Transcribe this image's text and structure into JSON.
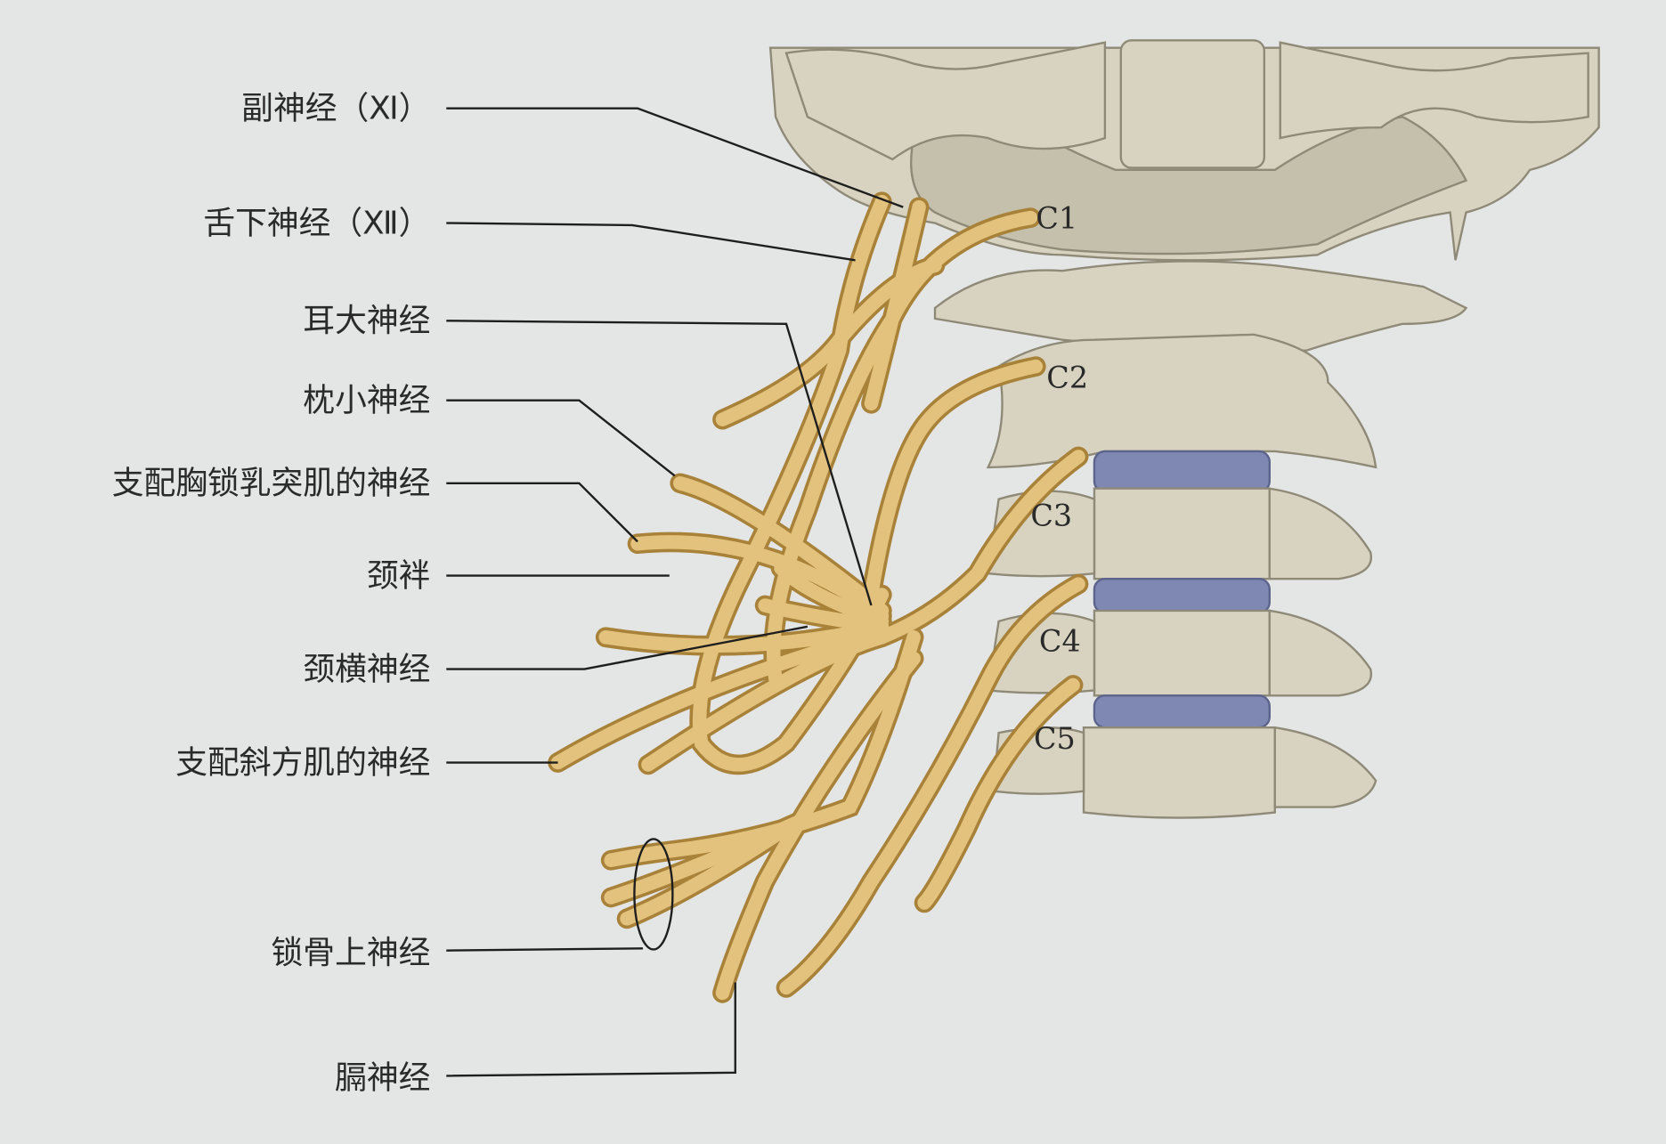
{
  "labels": {
    "accessory": "副神经（Ⅺ）",
    "hypoglossal": "舌下神经（Ⅻ）",
    "great_auricular": "耳大神经",
    "lesser_occipital": "枕小神经",
    "to_sternocleidomastoid": "支配胸锁乳突肌的神经",
    "ansa_cervicalis": "颈袢",
    "transverse_cervical": "颈横神经",
    "to_trapezius": "支配斜方肌的神经",
    "supraclavicular": "锁骨上神经",
    "phrenic": "膈神经"
  },
  "vertebra_labels": [
    "C1",
    "C2",
    "C3",
    "C4",
    "C5"
  ],
  "colors": {
    "background": "#e4e6e5",
    "nerve": "#e2c27c",
    "bone": "#d8d3c0",
    "disc": "#7f88b3"
  }
}
